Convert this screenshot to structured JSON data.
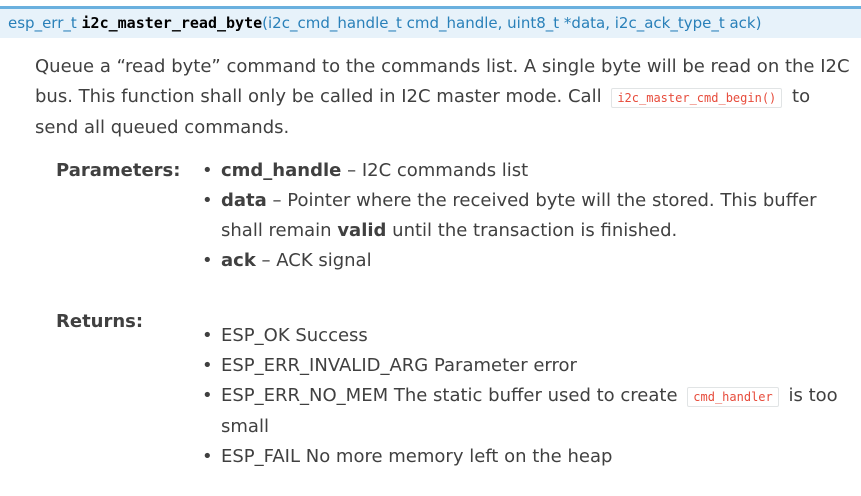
{
  "signature": {
    "return_type": "esp_err_t",
    "function_name": "i2c_master_read_byte",
    "open_paren": "(",
    "args": "i2c_cmd_handle_t cmd_handle, uint8_t *data, i2c_ack_type_t ack",
    "close_paren": ")"
  },
  "description": {
    "text_1": "Queue a “read byte” command to the commands list. A single byte will be read on the I2C bus. This function shall only be called in I2C master mode. Call",
    "code": "i2c_master_cmd_begin()",
    "text_2": "to send all queued commands."
  },
  "parameters": {
    "label": "Parameters:",
    "items": [
      {
        "name": "cmd_handle",
        "dash": " – ",
        "desc": "I2C commands list"
      },
      {
        "name": "data",
        "dash": " – ",
        "desc_1": "Pointer where the received byte will the stored. This buffer shall remain ",
        "strong": "valid",
        "desc_2": " until the transaction is finished."
      },
      {
        "name": "ack",
        "dash": " – ",
        "desc": "ACK signal"
      }
    ]
  },
  "returns": {
    "label": "Returns:",
    "items": [
      {
        "text": "ESP_OK Success"
      },
      {
        "text": "ESP_ERR_INVALID_ARG Parameter error"
      },
      {
        "text_1": "ESP_ERR_NO_MEM The static buffer used to create",
        "code": "cmd_handler",
        "text_2": "is too small"
      },
      {
        "text": "ESP_FAIL No more memory left on the heap"
      }
    ]
  },
  "colors": {
    "signature_bg": "#e7f2fa",
    "signature_border": "#6ab0de",
    "signature_text": "#2980b9",
    "code_literal": "#e74c3c",
    "body_text": "#404040"
  }
}
